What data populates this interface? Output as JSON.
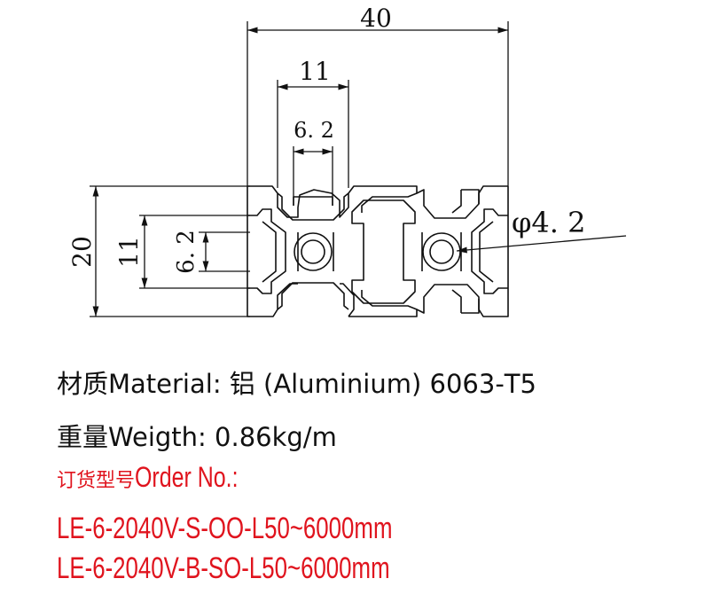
{
  "diagram": {
    "dims": {
      "width_40": "40",
      "slot_11": "11",
      "slot_62": "6. 2",
      "height_20": "20",
      "side_11": "11",
      "side_62": "6. 2",
      "hole": "φ4. 2"
    },
    "line_color": "#111111"
  },
  "specs": {
    "material": "材质Material: 铝 (Aluminium) 6063-T5",
    "weight": "重量Weigth: 0.86kg/m"
  },
  "order": {
    "title_cn": "订货型号",
    "title_en": "Order No.:",
    "line1": "LE-6-2040V-S-OO-L50~6000mm",
    "line2": "LE-6-2040V-B-SO-L50~6000mm",
    "color": "#e0141e"
  }
}
